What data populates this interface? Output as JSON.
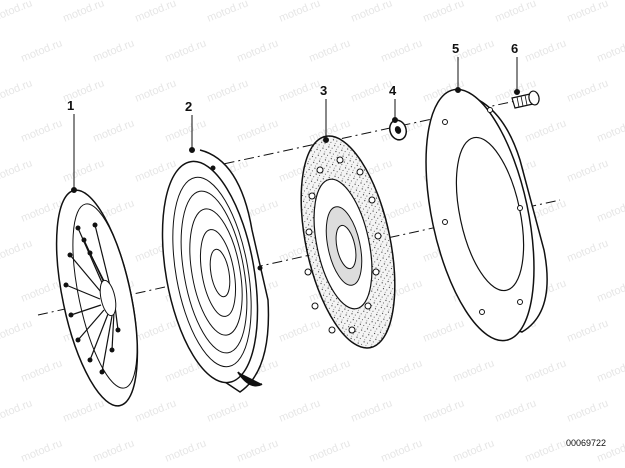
{
  "diagram": {
    "callouts": [
      {
        "id": "1",
        "part": "pressure-plate"
      },
      {
        "id": "2",
        "part": "clutch-cover"
      },
      {
        "id": "3",
        "part": "clutch-disc"
      },
      {
        "id": "4",
        "part": "washer"
      },
      {
        "id": "5",
        "part": "flywheel-ring"
      },
      {
        "id": "6",
        "part": "bolt"
      }
    ],
    "document_number": "00069722",
    "watermark": "motod.ru"
  }
}
